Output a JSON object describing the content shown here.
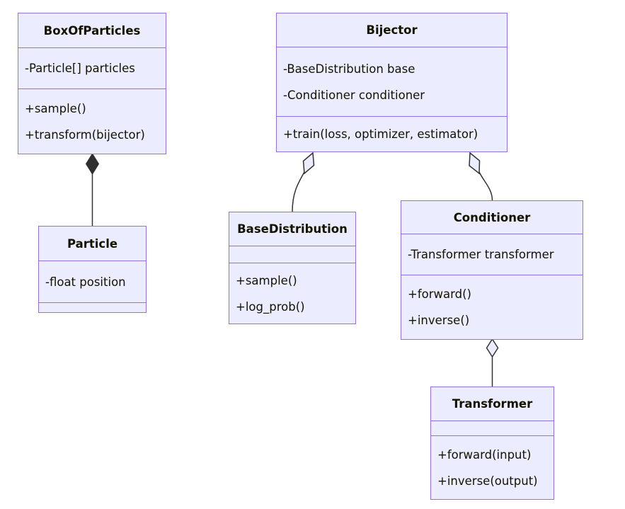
{
  "diagram": {
    "type": "uml-class-diagram",
    "classes": [
      {
        "name": "BoxOfParticles",
        "attributes": [
          "-Particle[] particles"
        ],
        "methods": [
          "+sample()",
          "+transform(bijector)"
        ]
      },
      {
        "name": "Particle",
        "attributes": [
          "-float position"
        ],
        "methods": []
      },
      {
        "name": "Bijector",
        "attributes": [
          "-BaseDistribution base",
          "-Conditioner conditioner"
        ],
        "methods": [
          "+train(loss, optimizer, estimator)"
        ]
      },
      {
        "name": "BaseDistribution",
        "attributes": [],
        "methods": [
          "+sample()",
          "+log_prob()"
        ]
      },
      {
        "name": "Conditioner",
        "attributes": [
          "-Transformer transformer"
        ],
        "methods": [
          "+forward()",
          "+inverse()"
        ]
      },
      {
        "name": "Transformer",
        "attributes": [],
        "methods": [
          "+forward(input)",
          "+inverse(output)"
        ]
      }
    ],
    "relations": [
      {
        "from": "BoxOfParticles",
        "to": "Particle",
        "type": "composition"
      },
      {
        "from": "Bijector",
        "to": "BaseDistribution",
        "type": "aggregation"
      },
      {
        "from": "Bijector",
        "to": "Conditioner",
        "type": "aggregation"
      },
      {
        "from": "Conditioner",
        "to": "Transformer",
        "type": "aggregation"
      }
    ],
    "colors": {
      "class_fill": "#ECECFF",
      "class_border": "#9370DB",
      "edge_line": "#333333",
      "text": "#131300",
      "background": "#ffffff"
    }
  }
}
